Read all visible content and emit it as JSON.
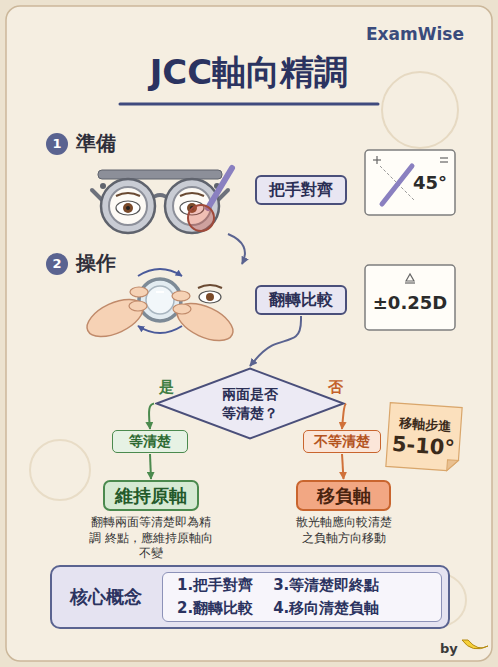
{
  "diagram": {
    "title": "JCC軸向精調",
    "nodes": [
      {
        "text": [
          "把手對齊"
        ]
      },
      {
        "text": [
          "45°"
        ]
      },
      {
        "text": [
          "翻轉比較"
        ]
      },
      {
        "text": [
          "±0.25D"
        ]
      },
      {
        "text": [
          "兩面是否 等清楚？"
        ]
      },
      {
        "text": [
          "等清楚"
        ]
      },
      {
        "text": [
          "不等清楚"
        ]
      },
      {
        "text": [
          "移軸步進",
          "5-10°"
        ]
      },
      {
        "text": [
          "維持原軸",
          "翻轉兩面等清楚即為精調 終點，應維持原軸向不變"
        ]
      },
      {
        "text": [
          "移負軸",
          "散光軸應向較清楚 之負軸方向移動"
        ]
      },
      {
        "text": [
          "核心概念"
        ]
      },
      {
        "text": [
          "1.把手對齊",
          "2.翻轉比較",
          "3.等清楚即終點",
          "4.移向清楚負軸"
        ],
        "in": 10
      }
    ],
    "edges": [
      {
        "from": 2,
        "to": 4,
        "arrow": "to"
      },
      {
        "from": 4,
        "to": 5,
        "label": "是",
        "arrow": "to"
      },
      {
        "from": 4,
        "to": 6,
        "label": "否",
        "arrow": "to"
      },
      {
        "from": 5,
        "to": 8,
        "arrow": "to"
      },
      {
        "from": 6,
        "to": 9,
        "arrow": "to"
      }
    ],
    "labels": [
      "ExamWise",
      "1",
      "準備",
      "2",
      "操作",
      "by"
    ]
  }
}
